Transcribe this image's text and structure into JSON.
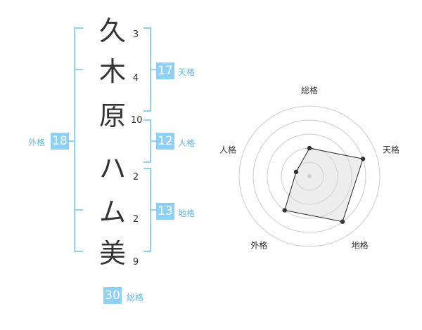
{
  "name_chars": [
    {
      "char": "久",
      "strokes": "3"
    },
    {
      "char": "木",
      "strokes": "4"
    },
    {
      "char": "原",
      "strokes": "10"
    },
    {
      "char": "ハ",
      "strokes": "2"
    },
    {
      "char": "ム",
      "strokes": "2"
    },
    {
      "char": "美",
      "strokes": "9"
    }
  ],
  "fortune": {
    "tenkaku": {
      "value": "17",
      "label": "天格"
    },
    "jinkaku": {
      "value": "12",
      "label": "人格"
    },
    "chikaku": {
      "value": "13",
      "label": "地格"
    },
    "gaikaku": {
      "value": "18",
      "label": "外格"
    },
    "soukaku": {
      "value": "30",
      "label": "総格"
    }
  },
  "colors": {
    "accent": "#8fd0f5",
    "accent_text": "#62b7e8",
    "bracket": "#8fd0f5"
  },
  "chart_data": {
    "type": "radar",
    "axes": [
      "総格",
      "天格",
      "地格",
      "外格",
      "人格"
    ],
    "values": [
      2,
      4,
      4,
      3,
      1
    ],
    "max": 5
  }
}
